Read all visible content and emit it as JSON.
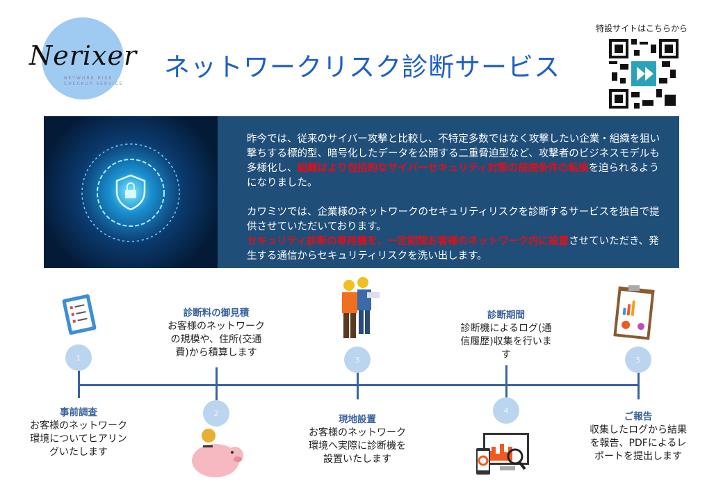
{
  "logo": {
    "name": "Nerixer",
    "subtitle_line1": "NETWORK RISK",
    "subtitle_line2": "CHECKUP SERVICE"
  },
  "title": "ネットワークリスク診断サービス",
  "qr": {
    "label": "特設サイトはこちらから"
  },
  "intro": {
    "p1_a": "昨今では、従来のサイバー攻撃と比較し、不特定多数ではなく攻撃したい企業・組織を狙い撃ちする標的型、暗号化したデータを公開する二重脅迫型など、攻撃者のビジネスモデルも多様化し、",
    "p1_red": "組織はより包括的なサイバーセキュリティ対策の前提条件の転換",
    "p1_b": "を迫られるようになりました。",
    "p2_a": "カワミツでは、企業様のネットワークのセキュリティリスクを診断するサービスを独自で提供させていただいております。",
    "p2_red": "セキュリティ診断の専用機を、一定期間お客様のネットワーク内に設置",
    "p2_b": "させていただき、発生する通信からセキュリティリスクを洗い出します。"
  },
  "steps": [
    {
      "number": "1",
      "title": "事前調査",
      "text": "お客様のネットワーク環境についてヒアリングいたします",
      "icon": "clipboard-checklist-icon"
    },
    {
      "number": "2",
      "title": "診断料の御見積",
      "text": "お客様のネットワークの規模や、住所(交通費)から積算します",
      "icon": "piggy-bank-icon"
    },
    {
      "number": "3",
      "title": "現地設置",
      "text": "お客様のネットワーク環境へ実際に診断機を設置いたします",
      "icon": "engineers-icon"
    },
    {
      "number": "4",
      "title": "診断期間",
      "text": "診断機によるログ(通信履歴)収集を行います",
      "icon": "analytics-devices-icon"
    },
    {
      "number": "5",
      "title": "ご報告",
      "text": "収集したログから結果を報告、PDFによるレポートを提出します",
      "icon": "report-clipboard-icon"
    }
  ]
}
